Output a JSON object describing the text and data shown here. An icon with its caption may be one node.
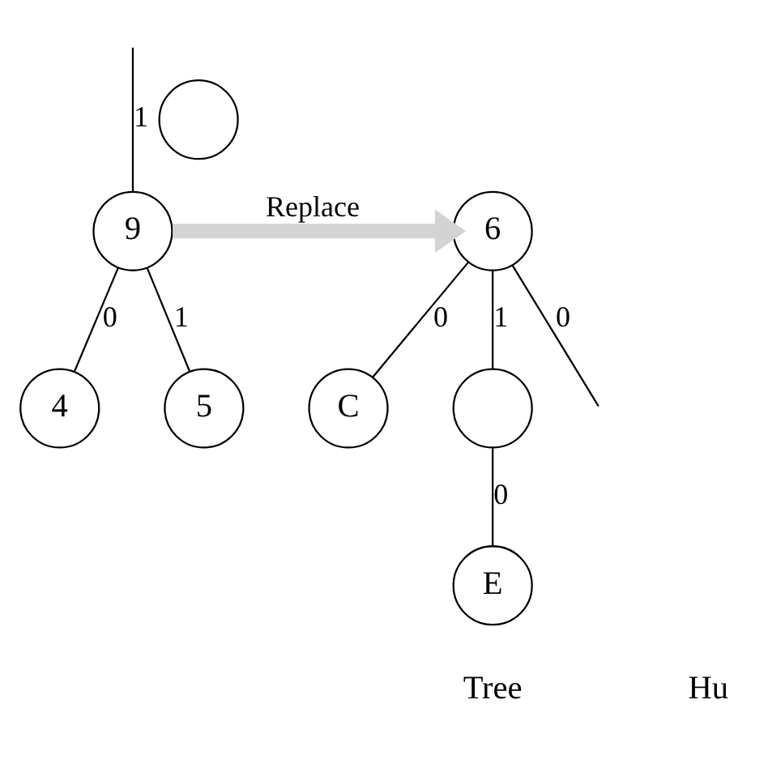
{
  "diagram": {
    "nodes": [
      {
        "text": [
          "9"
        ]
      },
      {
        "text": [
          "4"
        ]
      },
      {
        "text": [
          "5"
        ]
      },
      {
        "text": [],
        "shape": "circle"
      },
      {
        "text": [
          "6"
        ]
      },
      {
        "text": [
          "C"
        ]
      },
      {
        "text": [],
        "shape": "circle"
      },
      {
        "text": [
          "E"
        ]
      }
    ],
    "edges": [
      {
        "from": null,
        "to": 0,
        "arrow": "none",
        "label": "1"
      },
      {
        "from": 0,
        "to": 1,
        "arrow": "none",
        "label": "0"
      },
      {
        "from": 0,
        "to": 2,
        "arrow": "none",
        "label": "1"
      },
      {
        "from": 0,
        "to": 4,
        "arrow": "to",
        "label": "Replace",
        "style": "thick",
        "color": "#d3d3d3"
      },
      {
        "from": 4,
        "to": null,
        "arrow": "none",
        "label": "0"
      },
      {
        "from": 4,
        "to": 5,
        "arrow": "none",
        "label": "0"
      },
      {
        "from": 4,
        "to": 6,
        "arrow": "none",
        "label": "1"
      },
      {
        "from": 6,
        "to": 7,
        "arrow": "none",
        "label": "0"
      }
    ],
    "labels": [
      "Tree",
      "Hu"
    ]
  }
}
